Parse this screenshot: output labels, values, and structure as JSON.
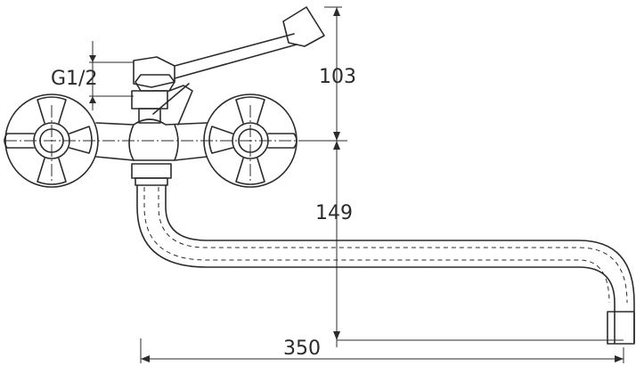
{
  "drawing": {
    "thread_label": "G1/2",
    "dim_lever_height": "103",
    "dim_spout_drop": "149",
    "dim_spout_reach": "350"
  }
}
